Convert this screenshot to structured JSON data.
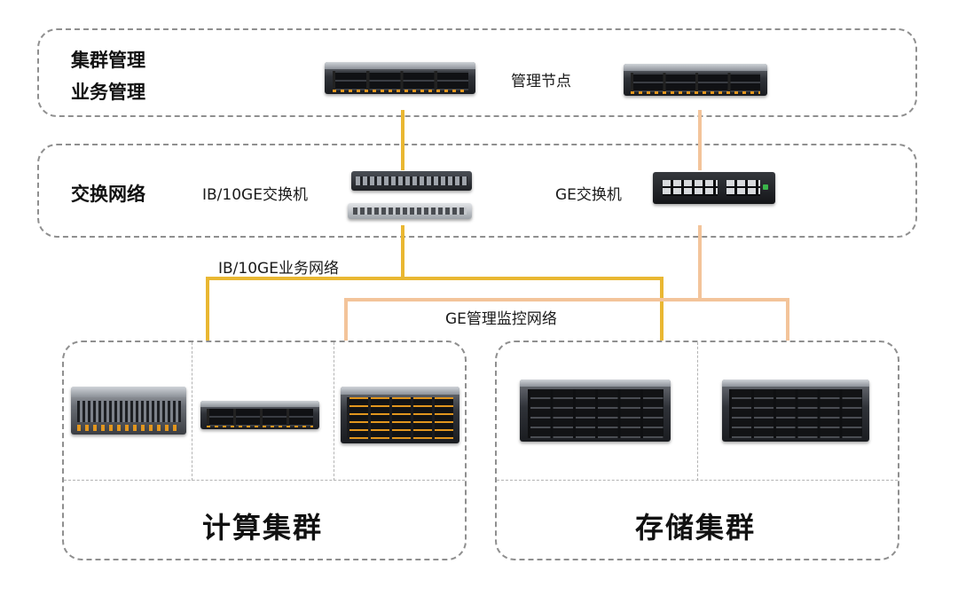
{
  "tiers": {
    "management": {
      "title_line1": "集群管理",
      "title_line2": "业务管理",
      "node_label": "管理节点"
    },
    "switching": {
      "title": "交换网络",
      "ib_switch_label": "IB/10GE交换机",
      "ge_switch_label": "GE交换机"
    }
  },
  "networks": {
    "business_network_label": "IB/10GE业务网络",
    "monitor_network_label": "GE管理监控网络"
  },
  "clusters": {
    "compute": {
      "title": "计算集群"
    },
    "storage": {
      "title": "存储集群"
    }
  },
  "colors": {
    "business_line": "#e9b732",
    "monitor_line": "#f3c49a",
    "dashed_border": "#8f8f8f"
  }
}
